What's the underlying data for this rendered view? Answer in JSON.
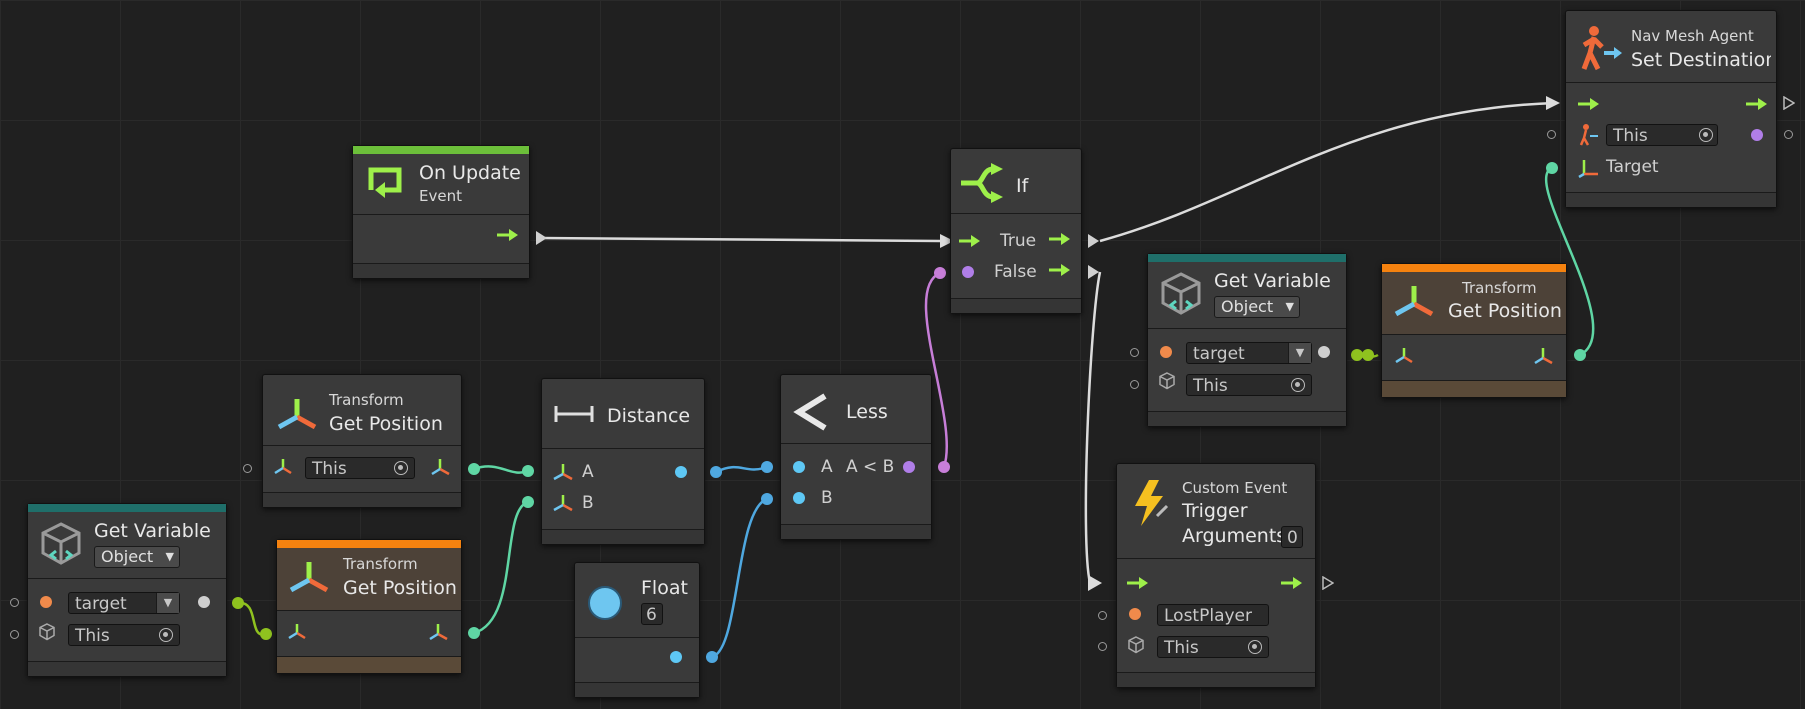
{
  "colors": {
    "flow": "#9ef04a",
    "object_port": "#f08a4b",
    "vector_port": "#5ed6a0",
    "float_port": "#5ec8f5",
    "bool_port": "#b07ee8",
    "green_header": "#6cbf3a",
    "teal_header": "#1f6f6a",
    "orange_header": "#f5820f",
    "wire_white": "#dcdcdc",
    "wire_pink": "#c77ed8",
    "wire_teal": "#5fd6a4",
    "wire_blue": "#4fa8e0",
    "wire_olive": "#8fc21f"
  },
  "nodes": {
    "on_update": {
      "title": "On Update",
      "subtitle": "Event",
      "icon": "loop-arrow-icon"
    },
    "if": {
      "title": "If",
      "true_label": "True",
      "false_label": "False",
      "icon": "branch-icon"
    },
    "nav": {
      "category": "Nav Mesh Agent",
      "title": "Set Destination",
      "this_value": "This",
      "target_label": "Target",
      "icon": "walking-person-icon"
    },
    "getvar_right": {
      "title": "Get Variable",
      "kind": "Object",
      "name_value": "target",
      "this_value": "This",
      "icon": "cube-code-icon"
    },
    "getpos_right": {
      "category": "Transform",
      "title": "Get Position",
      "icon": "transform-axes-icon"
    },
    "getpos_top": {
      "category": "Transform",
      "title": "Get Position",
      "this_value": "This",
      "icon": "transform-axes-icon"
    },
    "distance": {
      "title": "Distance",
      "a_label": "A",
      "b_label": "B",
      "icon": "ruler-icon"
    },
    "less": {
      "title": "Less",
      "a_label": "A",
      "b_label": "B",
      "output_label": "A < B",
      "icon": "less-than-icon"
    },
    "float": {
      "title": "Float",
      "value": "6",
      "icon": "circle-icon"
    },
    "getvar_left": {
      "title": "Get Variable",
      "kind": "Object",
      "name_value": "target",
      "this_value": "This",
      "icon": "cube-code-icon"
    },
    "getpos_bottom": {
      "category": "Transform",
      "title": "Get Position",
      "icon": "transform-axes-icon"
    },
    "custom": {
      "category": "Custom Event",
      "title": "Trigger",
      "args_label": "Arguments",
      "args_value": "0",
      "name_value": "LostPlayer",
      "this_value": "This",
      "icon": "lightning-icon"
    }
  }
}
